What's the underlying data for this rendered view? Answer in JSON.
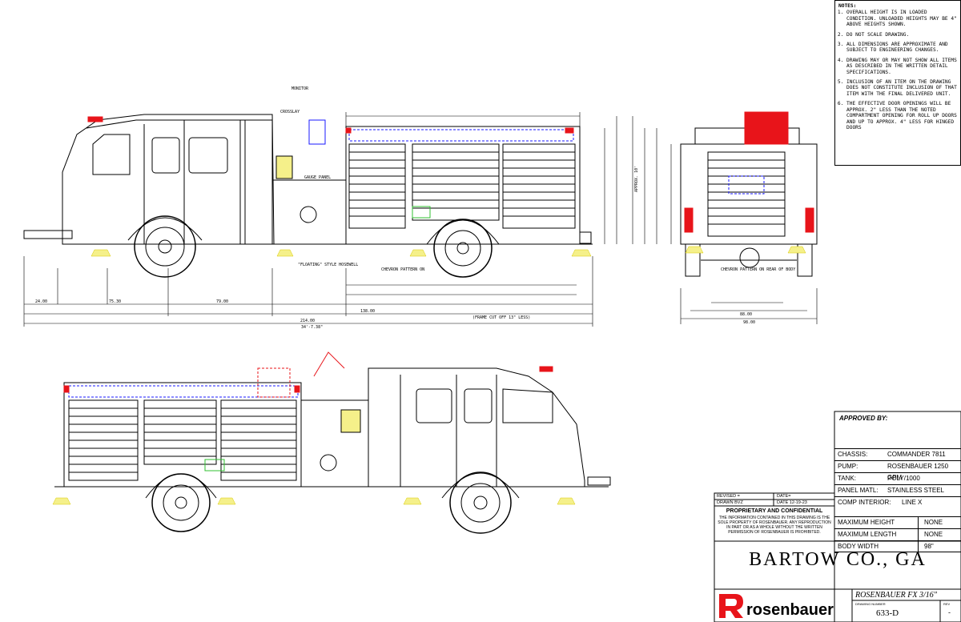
{
  "notes": {
    "header": "NOTES:",
    "items": [
      "OVERALL HEIGHT IS IN LOADED CONDITION. UNLOADED HEIGHTS MAY BE 4\" ABOVE HEIGHTS SHOWN.",
      "DO NOT SCALE DRAWING.",
      "ALL DIMENSIONS ARE APPROXIMATE AND SUBJECT TO ENGINEERING CHANGES.",
      "DRAWING MAY OR MAY NOT SHOW ALL ITEMS AS DESCRIBED IN THE WRITTEN DETAIL SPECIFICATIONS.",
      "INCLUSION OF AN ITEM ON THE DRAWING DOES NOT CONSTITUTE INCLUSION OF THAT ITEM WITH THE FINAL DELIVERED UNIT.",
      "THE EFFECTIVE DOOR OPENINGS WILL BE APPROX. 2\" LESS THAN THE NOTED COMPARTMENT OPENING FOR ROLL UP DOORS AND UP TO APPROX. 4\" LESS FOR HINGED DOORS"
    ]
  },
  "approved_by": "APPROVED BY:",
  "specs": [
    {
      "label": "CHASSIS:",
      "value": "COMMANDER 7811"
    },
    {
      "label": "PUMP:",
      "value": "ROSENBAUER 1250 GPM"
    },
    {
      "label": "TANK:",
      "value": "POLY/1000"
    },
    {
      "label": "PANEL MATL:",
      "value": "STAINLESS STEEL"
    },
    {
      "label": "COMP INTERIOR:",
      "value": "LINE X"
    }
  ],
  "measures": [
    {
      "label": "MAXIMUM HEIGHT",
      "value": "NONE"
    },
    {
      "label": "MAXIMUM LENGTH",
      "value": "NONE"
    },
    {
      "label": "BODY WIDTH",
      "value": "98\""
    }
  ],
  "revision": {
    "revised_label": "REVISED =",
    "date_label": "DATE=",
    "drawn_label": "DRAWN",
    "drawn_by": "BVZ",
    "drawn_date_label": "DATE",
    "drawn_date": "12-19-23"
  },
  "proprietary": {
    "title": "PROPRIETARY AND CONFIDENTIAL",
    "body": "THE INFORMATION CONTAINED IN THIS DRAWING IS THE SOLE PROPERTY OF ROSENBAUER. ANY REPRODUCTION IN PART OR AS A WHOLE WITHOUT THE WRITTEN PERMISSION OF ROSENBAUER IS PROHIBITED."
  },
  "customer": "BARTOW CO., GA",
  "model": "ROSENBAUER FX 3/16\"",
  "drawing_number_label": "DRAWING NUMBER",
  "drawing_number": "633-D",
  "rev_label": "REV",
  "rev_value": "-",
  "brand": "rosenbauer",
  "labels": {
    "gauge_panel": "GAUGE PANEL",
    "hosewell": "\"FLOATING\" STYLE HOSEWELL",
    "chevron": "CHEVRON PATTERN ON",
    "chevron_rear": "CHEVRON PATTERN ON REAR OF BODY",
    "crosslay": "CROSSLAY",
    "monitor": "MONITOR"
  },
  "dimensions": {
    "overall_length": "34'-7.38\"",
    "wheelbase": "79.00",
    "front_overhang": "24.00",
    "cab": "75.30",
    "body_total": "138.00",
    "frame_cutoff": "(FRAME CUT OFF 13\" LESS)",
    "total": "214.00",
    "rear_width": "98.00",
    "rear_inner": "88.00",
    "height": "APPROX. 10'"
  },
  "colors": {
    "line": "#000000",
    "blue": "#1a1aff",
    "red": "#e8141a",
    "yellow": "#f5f08a",
    "green": "#30c030"
  }
}
